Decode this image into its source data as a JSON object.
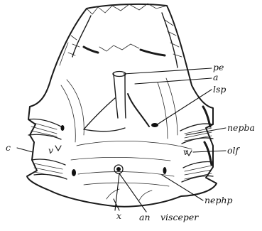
{
  "labels": {
    "pe": "pe",
    "a": "a",
    "lsp": "lsp",
    "nepba": "nepba",
    "olf": "olf",
    "nephp": "nephp",
    "c": "c",
    "v_left": "v",
    "v_right": "v",
    "x": "x",
    "an": "an",
    "visceper": "visceper"
  },
  "colors": {
    "ink": "#111111",
    "paper": "#ffffff"
  }
}
